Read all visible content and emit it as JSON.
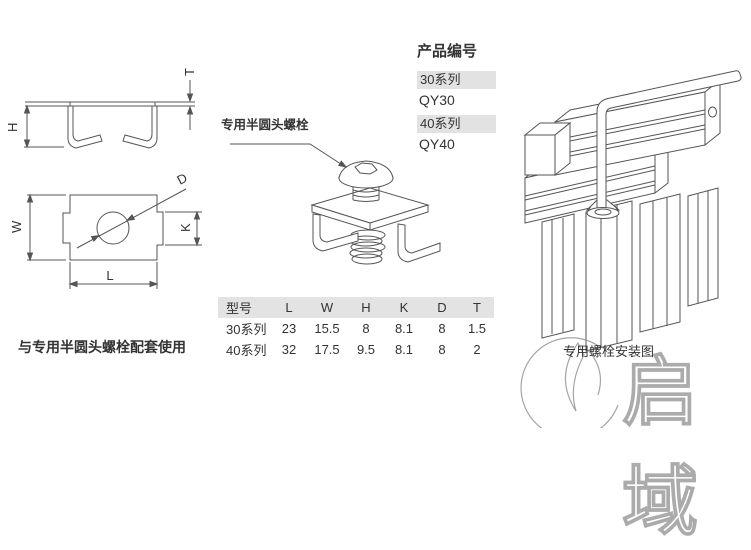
{
  "colors": {
    "line": "#555555",
    "text": "#333333",
    "badge_bg": "#e2e2e2",
    "table_header_bg": "#e3e3e3",
    "watermark": "#8f8f8f"
  },
  "product_codes": {
    "heading": "产品编号",
    "items": [
      {
        "series": "30系列",
        "code": "QY30"
      },
      {
        "series": "40系列",
        "code": "QY40"
      }
    ]
  },
  "callout": {
    "label": "专用半圆头螺栓"
  },
  "captions": {
    "usage_note": "与专用半圆头螺栓配套使用",
    "install_diagram": "专用螺栓安装图"
  },
  "watermark": {
    "text": "启域"
  },
  "dim_labels": {
    "t": "T",
    "h": "H",
    "d": "D",
    "w": "W",
    "k": "K",
    "l": "L"
  },
  "spec_table": {
    "headers": [
      "型号",
      "L",
      "W",
      "H",
      "K",
      "D",
      "T"
    ],
    "rows": [
      [
        "30系列",
        "23",
        "15.5",
        "8",
        "8.1",
        "8",
        "1.5"
      ],
      [
        "40系列",
        "32",
        "17.5",
        "9.5",
        "8.1",
        "8",
        "2"
      ]
    ]
  }
}
